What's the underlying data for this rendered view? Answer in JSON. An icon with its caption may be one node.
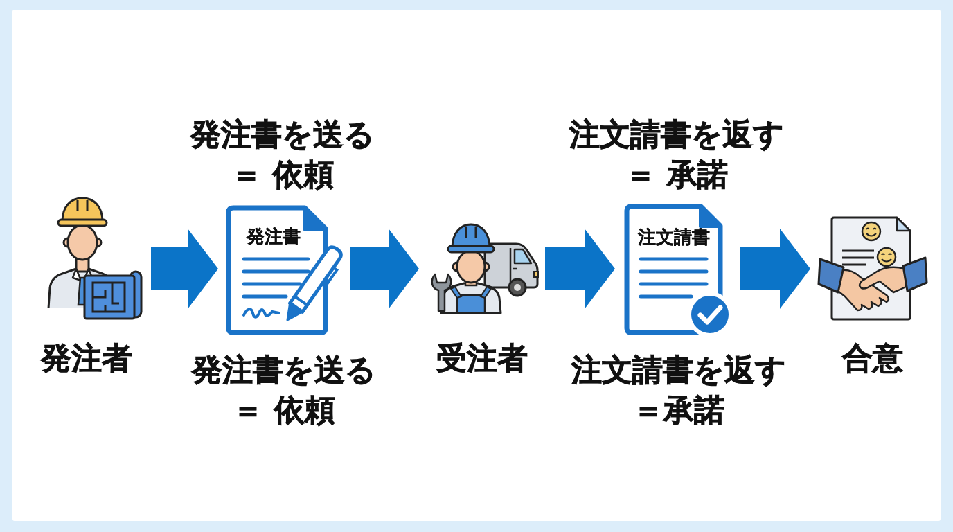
{
  "diagram": {
    "nodes": [
      {
        "text": [
          "発注者"
        ]
      },
      {
        "text": [
          "発注書"
        ],
        "beside": [
          "発注書を送る＝ 依頼",
          "発注書を送る＝ 依頼"
        ]
      },
      {
        "text": [
          "受注者"
        ]
      },
      {
        "text": [
          "注文請書"
        ],
        "beside": [
          "注文請書を返す＝ 承諾",
          "注文請書を返す＝承諾"
        ]
      },
      {
        "text": [
          "合意"
        ]
      }
    ],
    "edges": [
      {
        "from": 0,
        "to": 1,
        "arrow": "to"
      },
      {
        "from": 1,
        "to": 2,
        "arrow": "to"
      },
      {
        "from": 2,
        "to": 3,
        "arrow": "to"
      },
      {
        "from": 3,
        "to": 4,
        "arrow": "to"
      }
    ]
  }
}
